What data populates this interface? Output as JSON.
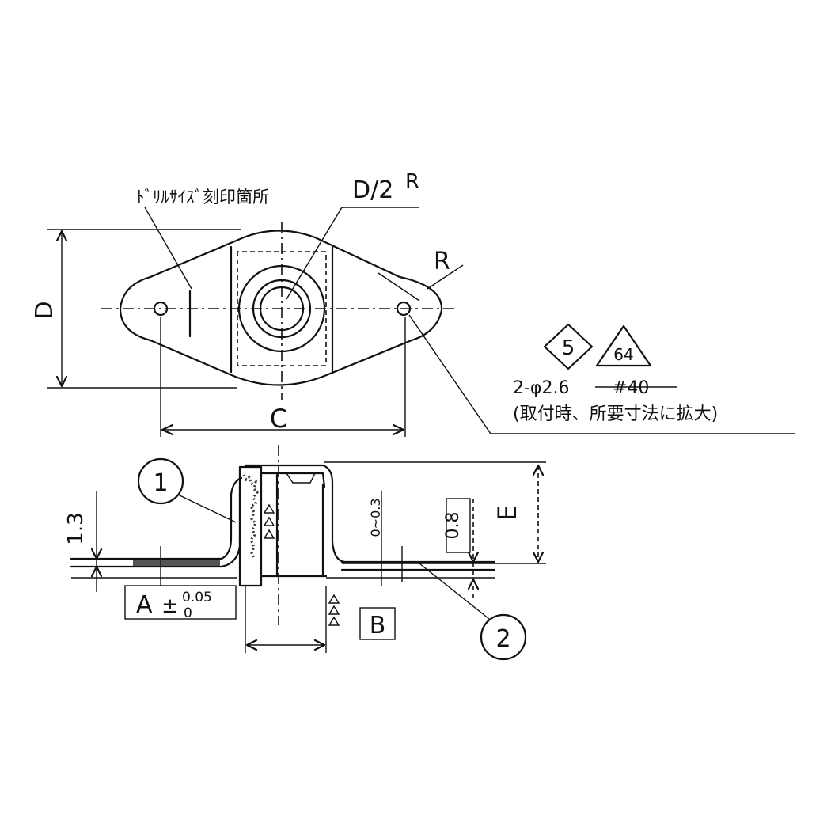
{
  "plan_view": {
    "label_D": "D",
    "label_C": "C",
    "label_D2": "D/2",
    "label_R_top": "R",
    "label_R_right": "R",
    "drill_note": "ﾄﾞﾘﾙｻｲｽﾞ刻印箇所"
  },
  "hole_note": {
    "finish_symbol_diamond": "5",
    "finish_symbol_triangle": "64",
    "hole_spec": "2-φ2.6",
    "struck_spec": "#40",
    "remark": "(取付時、所要寸法に拡大)"
  },
  "section_view": {
    "balloon_1": "1",
    "balloon_2": "2",
    "dim_13": "1.3",
    "dim_E": "E",
    "dim_A": "A",
    "dim_A_tol_plus": "0.05",
    "dim_A_tol_minus": "0",
    "dim_B": "B",
    "dim_range": "0~0.3",
    "dim_08": "0.8"
  }
}
